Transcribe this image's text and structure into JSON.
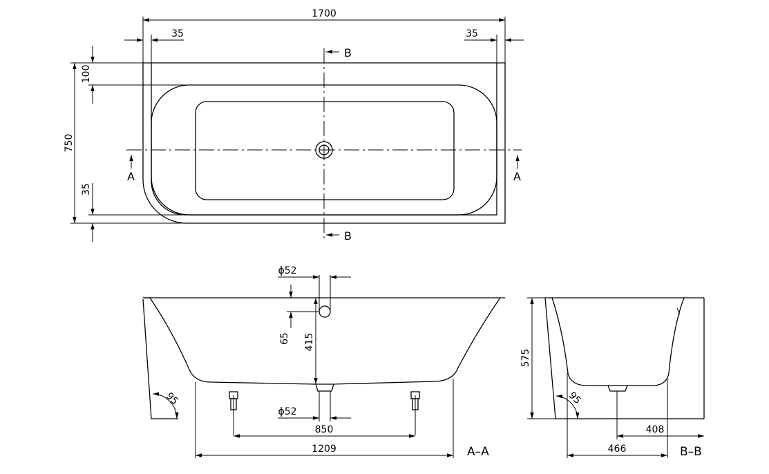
{
  "plan": {
    "length": "1700",
    "rim_left": "35",
    "rim_right": "35",
    "width": "750",
    "rim_top": "100",
    "rim_bottom": "35",
    "section_a": "A",
    "section_b": "B"
  },
  "section_aa": {
    "overflow_dia": "ϕ52",
    "overflow_offset": "65",
    "drain_height": "415",
    "waste_dia": "ϕ52",
    "feet_spacing": "850",
    "base_length": "1209",
    "angle": "95",
    "label": "A–A"
  },
  "section_bb": {
    "height": "575",
    "angle": "95",
    "drain_to_back": "408",
    "base_width": "466",
    "label": "B–B"
  }
}
